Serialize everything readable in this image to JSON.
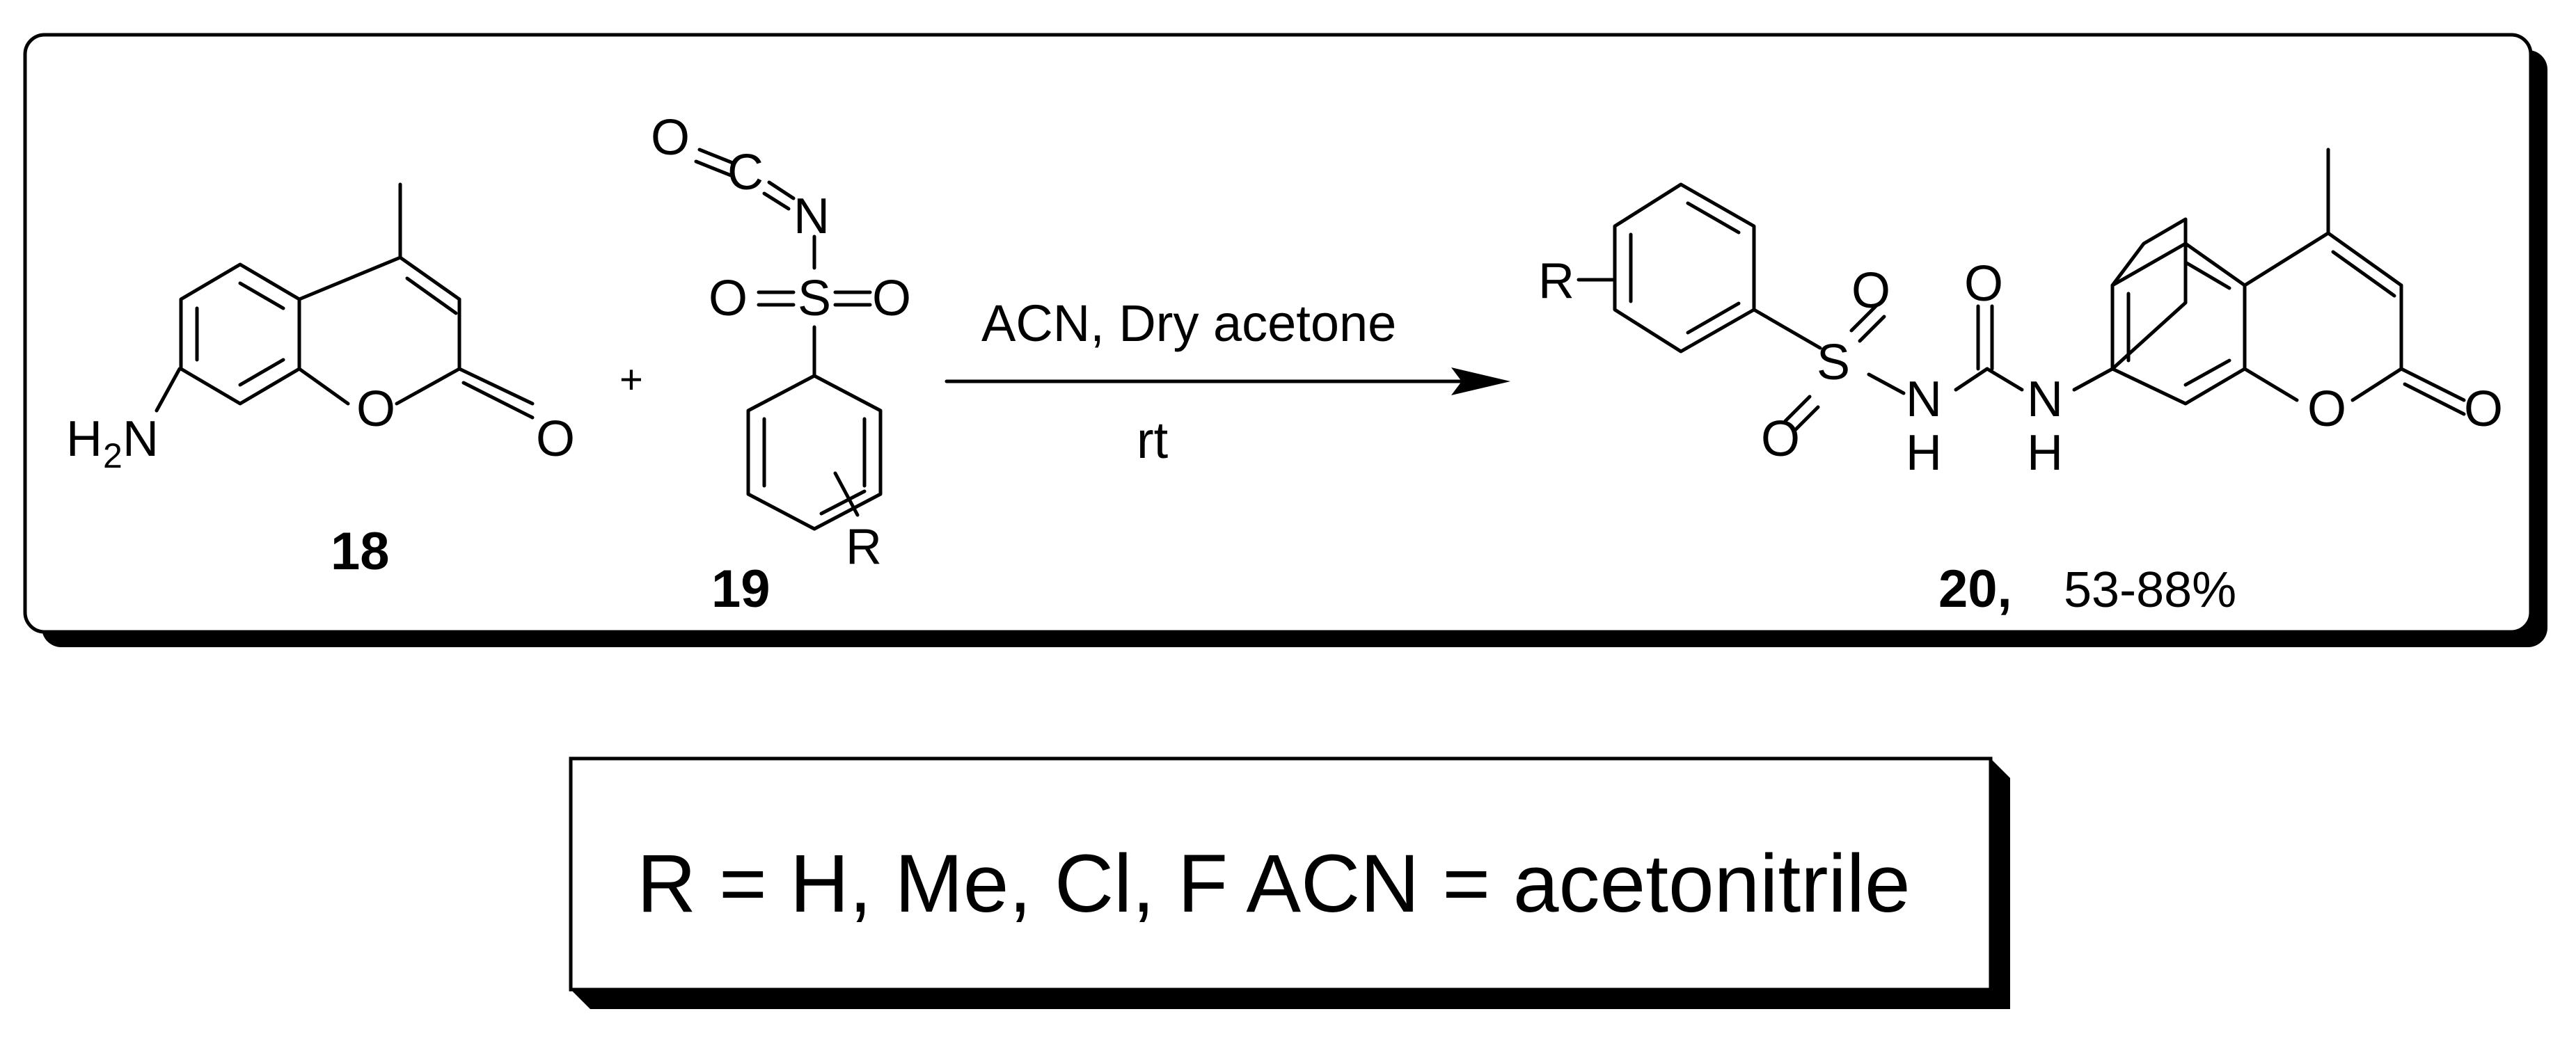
{
  "compounds": {
    "c18": {
      "label": "18"
    },
    "c19": {
      "label": "19"
    },
    "c20": {
      "label": "20,",
      "yield": "53-88%"
    }
  },
  "atoms": {
    "h2n": "H",
    "h2n_sub": "2",
    "h2n_n": "N",
    "o": "O",
    "c": "C",
    "n": "N",
    "s": "S",
    "r": "R",
    "nh_n": "N",
    "nh_h": "H"
  },
  "plus_sign": "+",
  "reaction": {
    "conditions_above": "ACN, Dry acetone",
    "conditions_below": "rt"
  },
  "legend": {
    "text": "R = H, Me, Cl, F  ACN = acetonitrile"
  }
}
